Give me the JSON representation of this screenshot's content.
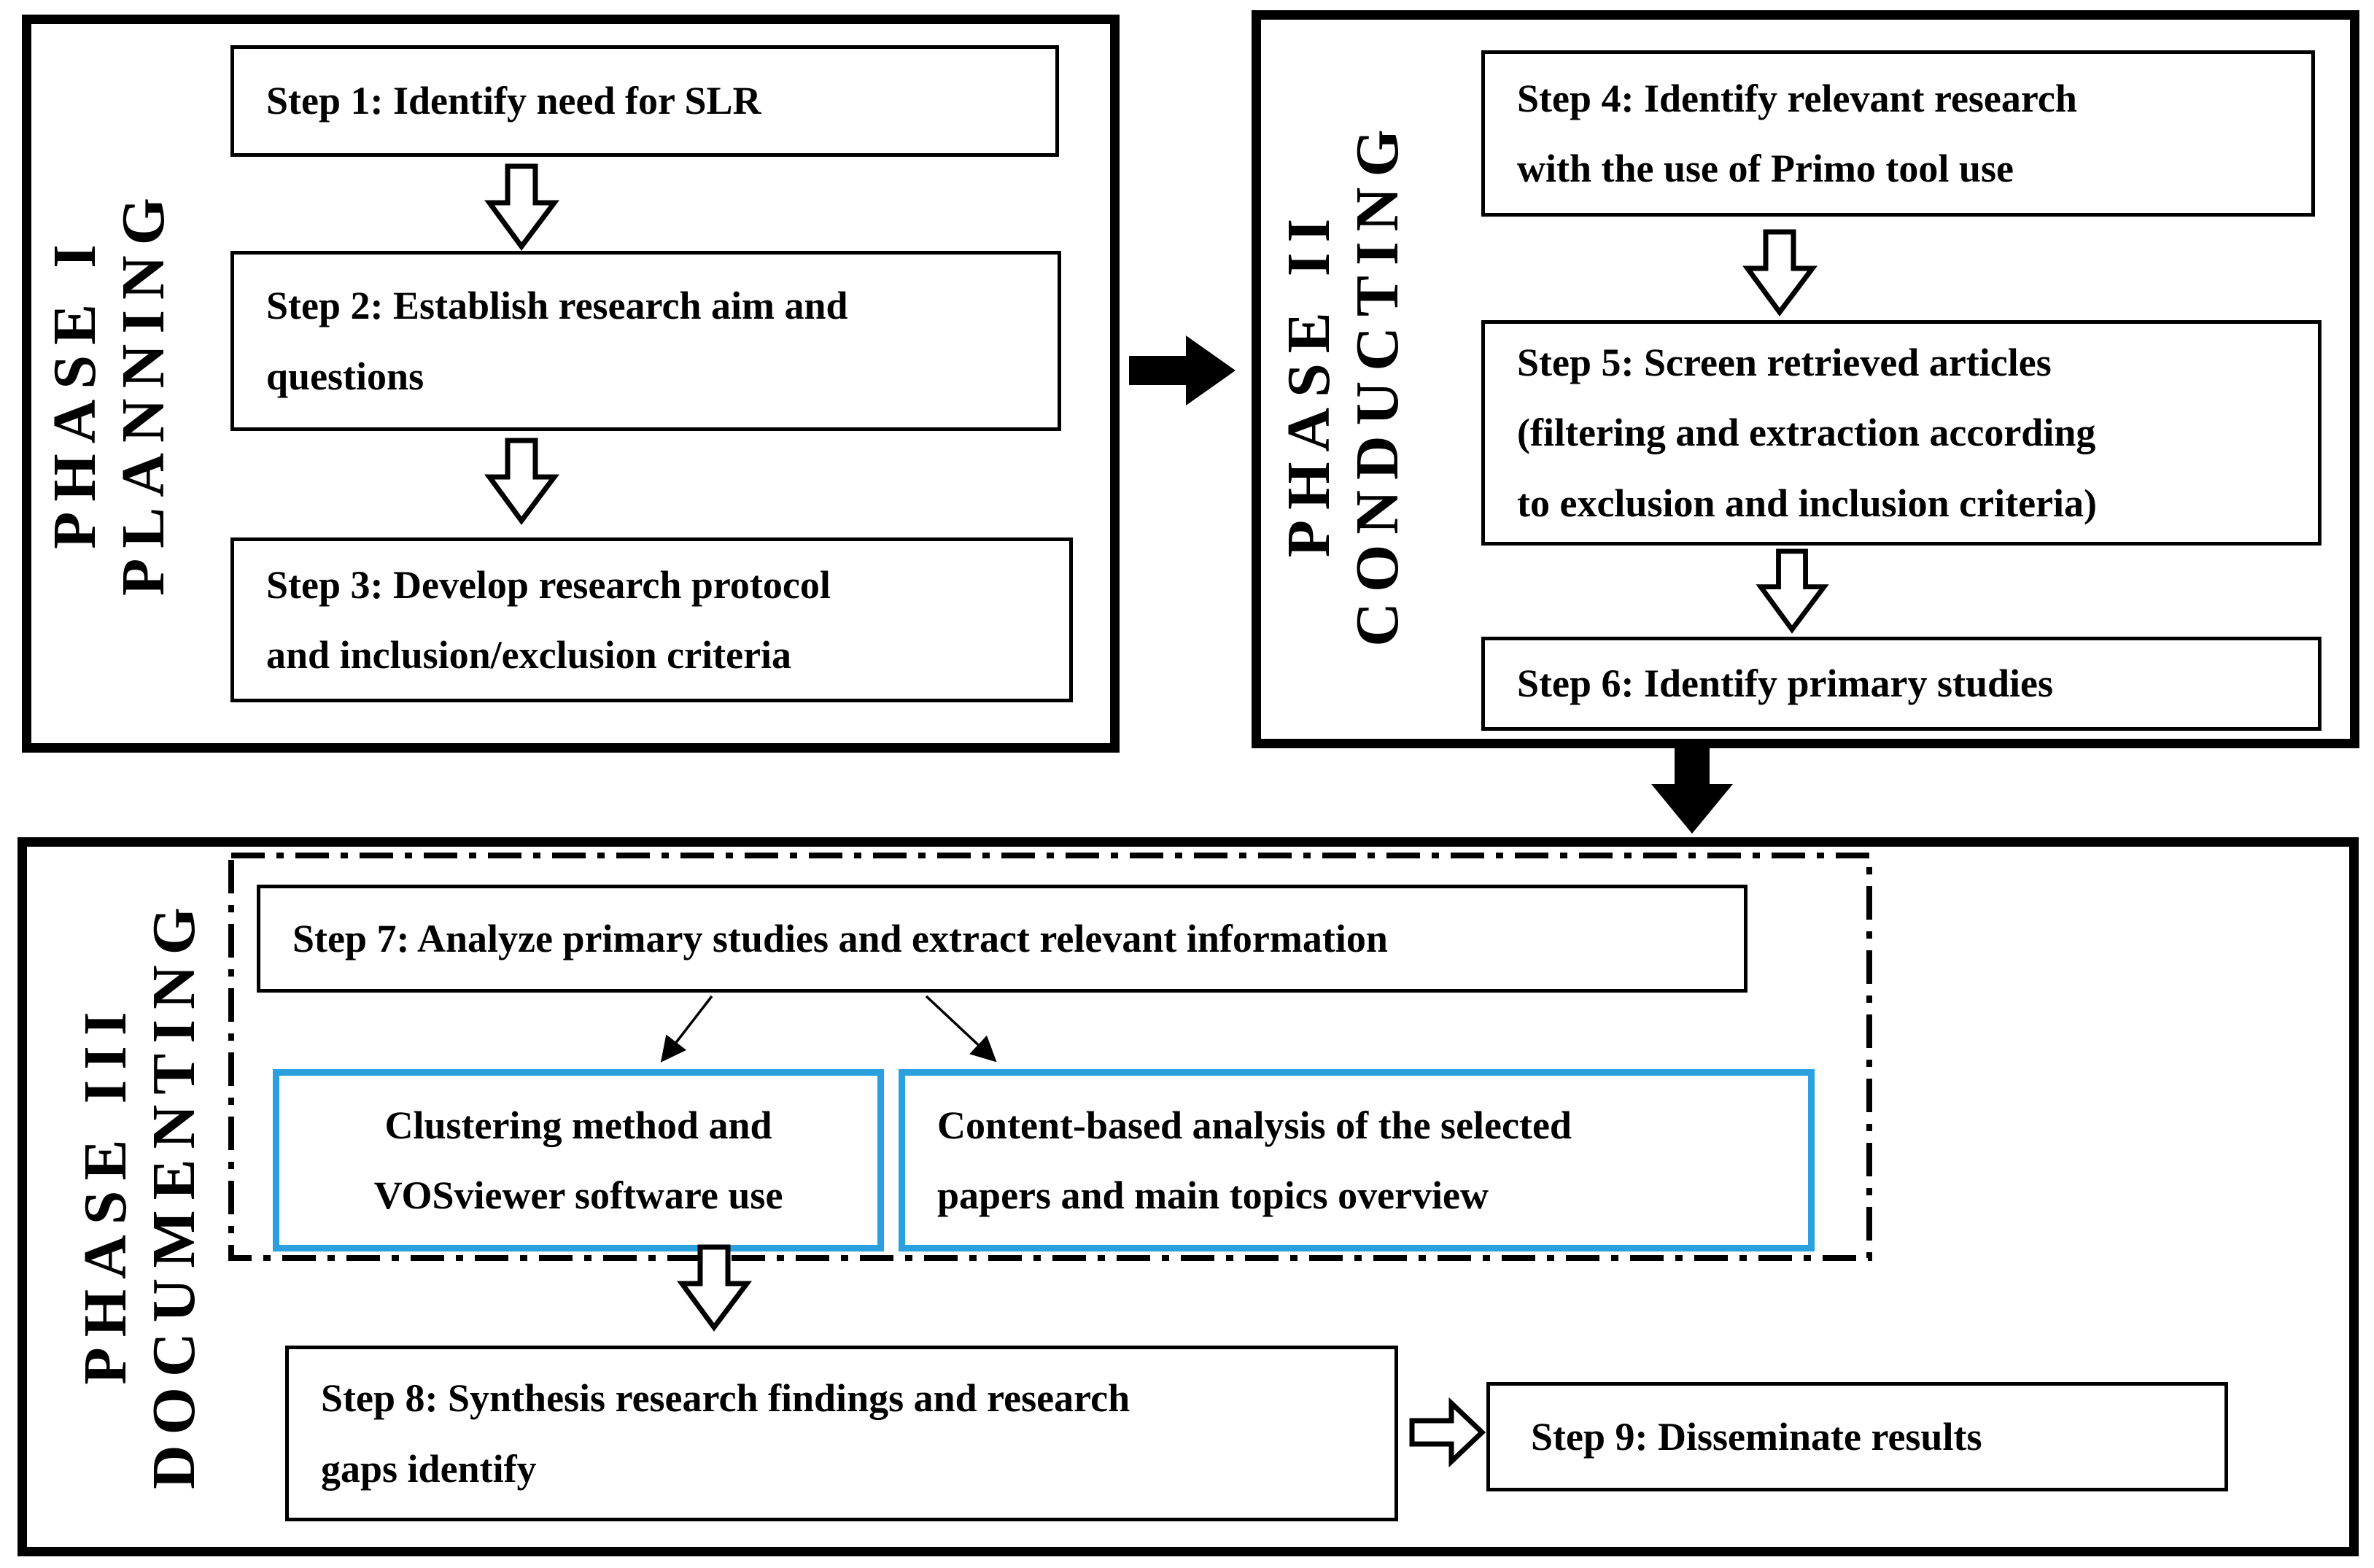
{
  "colors": {
    "blue_border": "#2AA0DF",
    "line_black": "#000000"
  },
  "p1": {
    "label1": "PHASE I",
    "label2": "PLANNING",
    "s1": "Step 1: Identify need for SLR",
    "s2": "Step 2: Establish research aim and\nquestions",
    "s3": "Step 3: Develop research protocol\nand inclusion/exclusion criteria"
  },
  "p2": {
    "label1": "PHASE II",
    "label2": "CONDUCTING",
    "s4": "Step 4: Identify relevant research\nwith the use of Primo tool use",
    "s5": "Step 5: Screen retrieved articles\n(filtering and extraction according\nto exclusion and inclusion criteria)",
    "s6": "Step 6: Identify primary studies"
  },
  "p3": {
    "label1": "PHASE III",
    "label2": "DOCUMENTING",
    "s7": "Step 7: Analyze primary studies and extract relevant information",
    "cluster": "Clustering method and\nVOSviewer software use",
    "content": "Content-based analysis of the selected\npapers and main topics overview",
    "s8": "Step 8: Synthesis research findings and research\ngaps identify",
    "s9": "Step 9: Disseminate results"
  }
}
